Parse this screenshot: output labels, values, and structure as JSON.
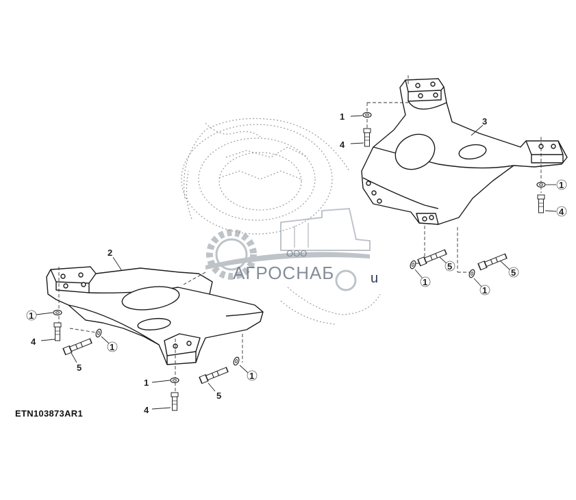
{
  "figure_id": "ETN103873AR1",
  "watermark": {
    "company_small": "ООО",
    "company_name": "АГРОСНАБ",
    "tail": "u"
  },
  "callouts": {
    "c2": "2",
    "c3": "3",
    "l1a": "1",
    "l4a": "4",
    "l5a": "5",
    "l1b": "1",
    "l1c": "1",
    "l4c": "4",
    "l5c": "5",
    "l1d": "1",
    "r1a": "1",
    "r4a": "4",
    "r1b": "1",
    "r4b": "4",
    "r5a": "5",
    "r1c": "1",
    "r5b": "5",
    "r1d": "1"
  }
}
